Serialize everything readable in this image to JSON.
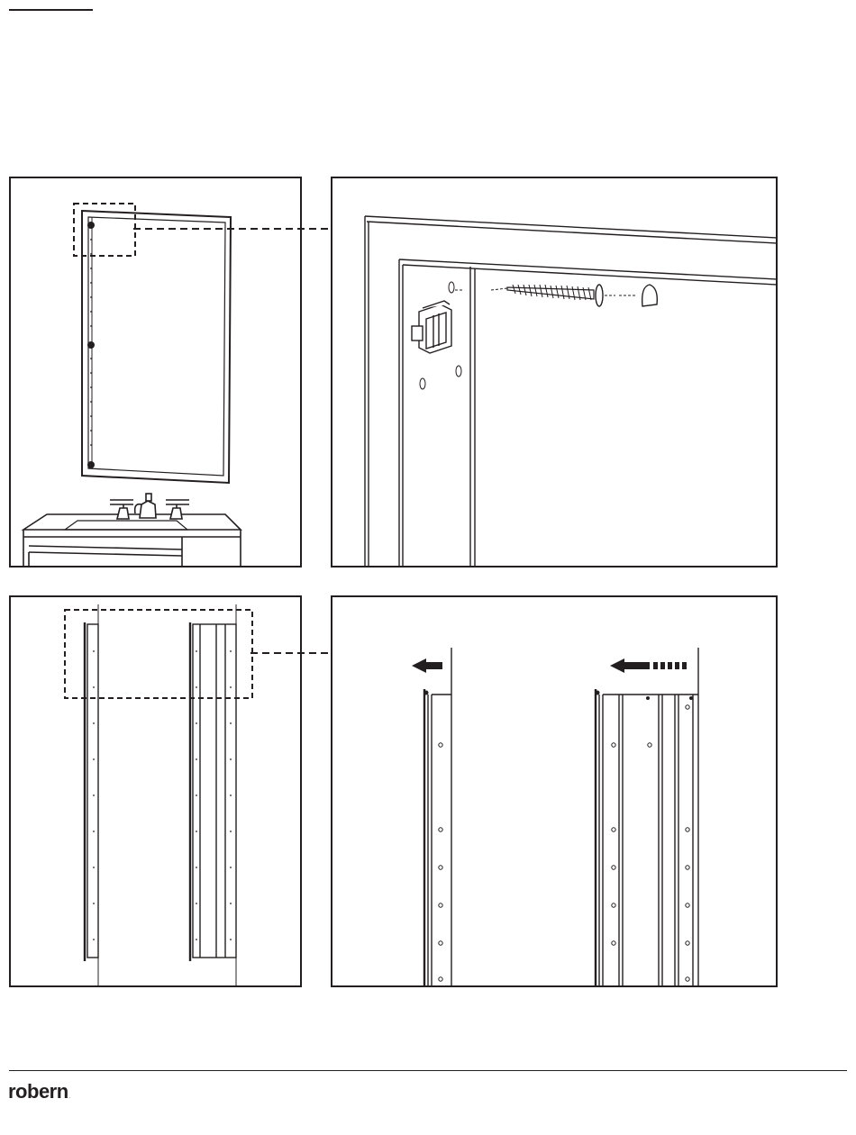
{
  "brand": {
    "name": "robern",
    "trademark": "."
  },
  "colors": {
    "ink": "#231f20",
    "paper": "#ffffff"
  },
  "panels": [
    {
      "id": "mirror-overview",
      "content": "mirror-cabinet-above-vanity"
    },
    {
      "id": "mounting-detail",
      "content": "cabinet-corner-with-clip-screw-and-cap"
    },
    {
      "id": "rail-overview",
      "content": "two-side-rails"
    },
    {
      "id": "rail-detail",
      "content": "rails-with-direction-arrows"
    }
  ],
  "icons": [
    "arrow-left-icon",
    "arrow-left-dotted-icon",
    "screw-icon",
    "cap-icon",
    "clip-icon"
  ]
}
